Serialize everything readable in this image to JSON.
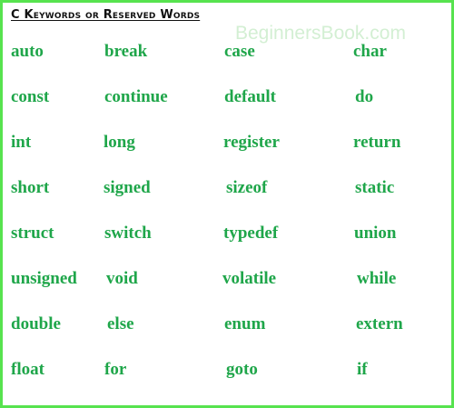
{
  "document": {
    "title": "C Keywords or Reserved Words",
    "watermark": "BeginnersBook.com",
    "accent_color": "#1fa64a",
    "border_color": "#57e34f",
    "keyword_rows": [
      [
        "auto",
        "break",
        "case",
        "char"
      ],
      [
        "const",
        "continue",
        "default",
        "do"
      ],
      [
        "int",
        "long",
        "register",
        "return"
      ],
      [
        "short",
        "signed",
        "sizeof",
        "static"
      ],
      [
        "struct",
        "switch",
        "typedef",
        "union"
      ],
      [
        "unsigned",
        "void",
        "volatile",
        "while"
      ],
      [
        "double",
        "else",
        "enum",
        "extern"
      ],
      [
        "float",
        "for",
        "goto",
        "if"
      ]
    ]
  }
}
